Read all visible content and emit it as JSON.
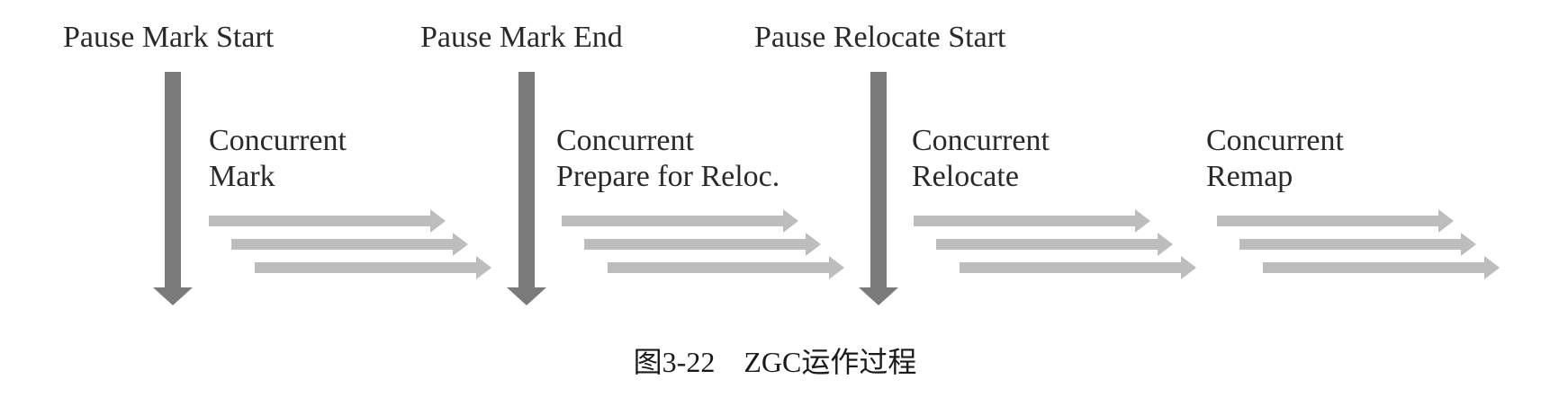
{
  "pauses": [
    {
      "label": "Pause Mark Start"
    },
    {
      "label": "Pause Mark End"
    },
    {
      "label": "Pause Relocate Start"
    }
  ],
  "phases": [
    {
      "line1": "Concurrent",
      "line2": "Mark"
    },
    {
      "line1": "Concurrent",
      "line2": "Prepare for Reloc."
    },
    {
      "line1": "Concurrent",
      "line2": "Relocate"
    },
    {
      "line1": "Concurrent",
      "line2": "Remap"
    }
  ],
  "caption": "图3-22　ZGC运作过程",
  "colors": {
    "pause_arrow": "#7a7a7a",
    "thread_arrow": "#bdbdbd",
    "text": "#2a2a2a"
  }
}
